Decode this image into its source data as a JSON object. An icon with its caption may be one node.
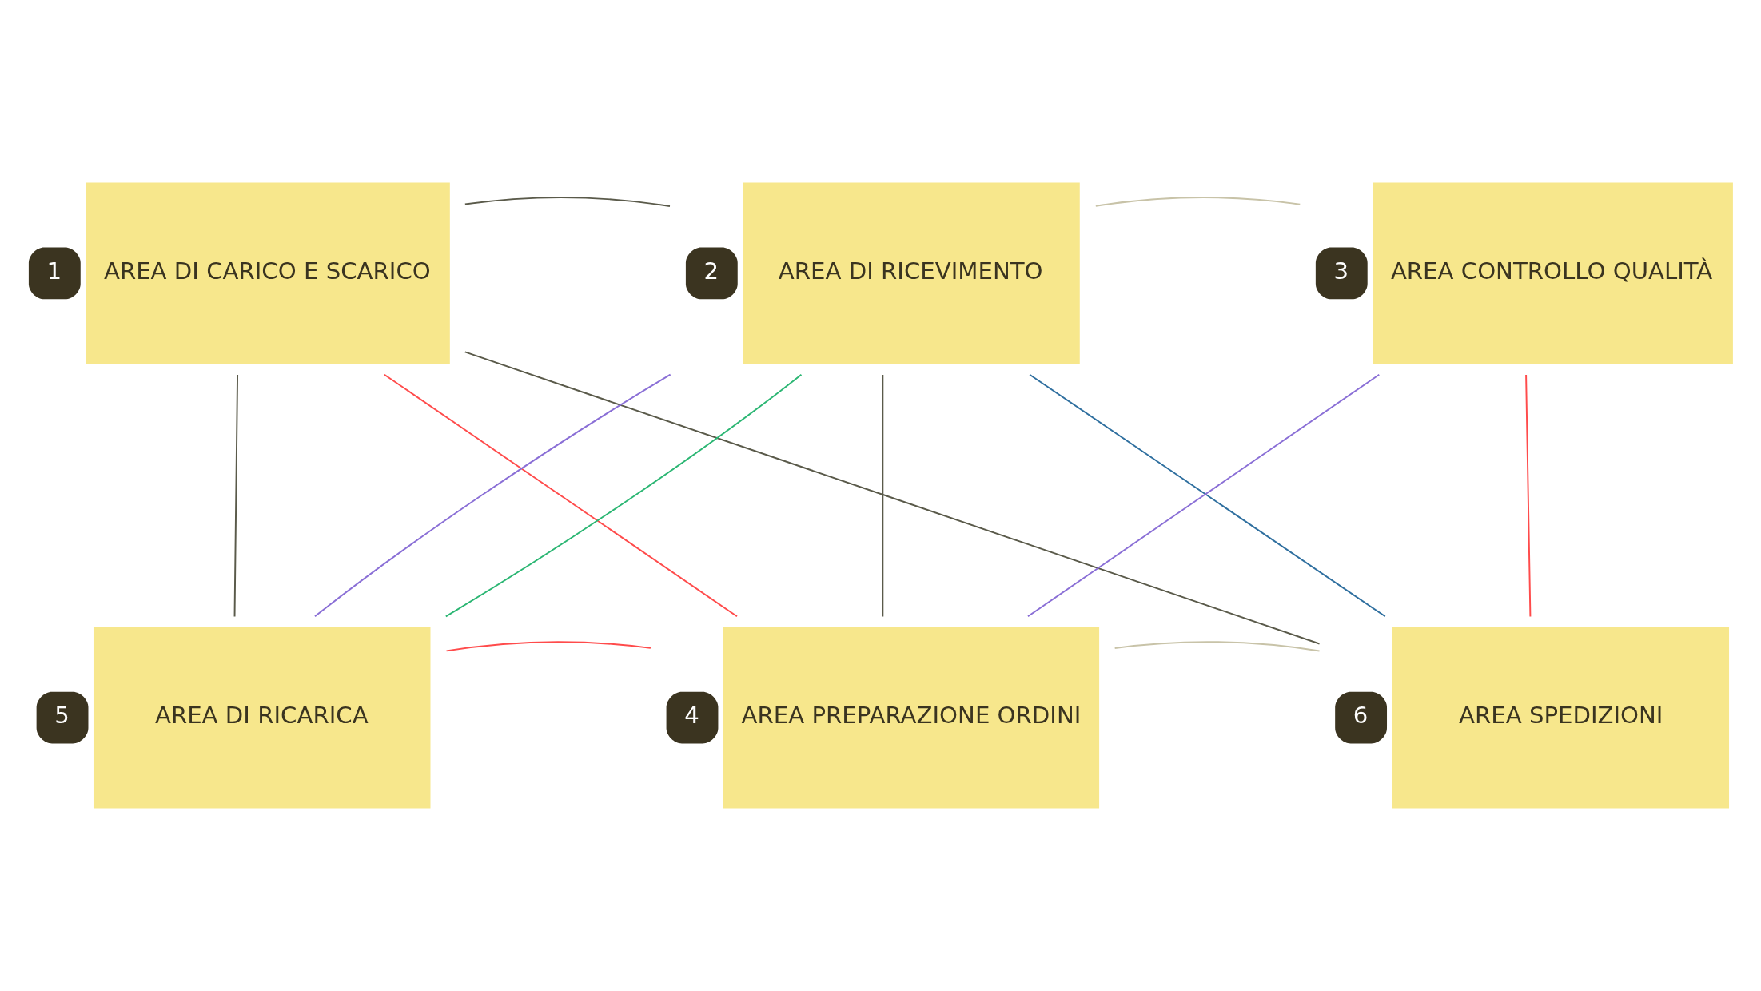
{
  "diagram": {
    "nodes": [
      {
        "text": [
          "AREA DI CARICO E SCARICO"
        ],
        "beside": [
          "1"
        ]
      },
      {
        "text": [
          "AREA DI RICEVIMENTO"
        ],
        "beside": [
          "2"
        ]
      },
      {
        "text": [
          "AREA CONTROLLO QUALITÀ"
        ],
        "beside": [
          "3"
        ]
      },
      {
        "text": [
          "AREA DI RICARICA"
        ],
        "beside": [
          "5"
        ]
      },
      {
        "text": [
          "AREA PREPARAZIONE ORDINI"
        ],
        "beside": [
          "4"
        ]
      },
      {
        "text": [
          "AREA SPEDIZIONI"
        ],
        "beside": [
          "6"
        ]
      }
    ],
    "edges": [
      {
        "from": 0,
        "to": 1,
        "arrow": "none"
      },
      {
        "from": 1,
        "to": 2,
        "arrow": "none",
        "color": "#c8c3a8"
      },
      {
        "from": 0,
        "to": 3,
        "arrow": "none"
      },
      {
        "from": 0,
        "to": 4,
        "arrow": "none",
        "color": "#ff4b4b"
      },
      {
        "from": 0,
        "to": 5,
        "arrow": "none"
      },
      {
        "from": 1,
        "to": 3,
        "arrow": "none",
        "color": "#8a6fd6"
      },
      {
        "from": 1,
        "to": 3,
        "arrow": "none",
        "color": "#2bb673"
      },
      {
        "from": 1,
        "to": 4,
        "arrow": "none"
      },
      {
        "from": 1,
        "to": 5,
        "arrow": "none",
        "color": "#2f6f9f"
      },
      {
        "from": 2,
        "to": 4,
        "arrow": "none",
        "color": "#8a6fd6"
      },
      {
        "from": 2,
        "to": 5,
        "arrow": "none",
        "color": "#ff4b4b"
      },
      {
        "from": 3,
        "to": 4,
        "arrow": "none",
        "color": "#ff4b4b"
      },
      {
        "from": 4,
        "to": 5,
        "arrow": "none",
        "color": "#c8c3a8"
      }
    ]
  }
}
